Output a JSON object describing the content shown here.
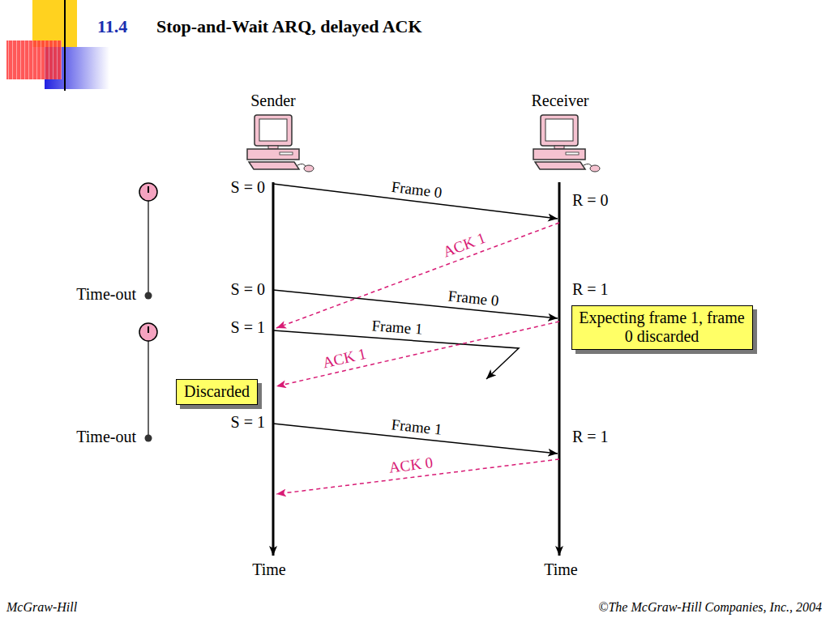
{
  "diagram": {
    "title": "Stop-and-Wait ARQ, delayed ACK",
    "nodes": [
      {
        "text": [
          "Expecting frame 1, frame 0 discarded"
        ]
      },
      {
        "text": [
          "Discarded"
        ]
      }
    ],
    "labels": [
      "11.4",
      "Sender",
      "Receiver",
      "S = 0",
      "Frame 0",
      "R = 0",
      "ACK 1",
      "Time-out",
      "S = 0",
      "Frame 0",
      "R = 1",
      "S = 1",
      "Frame 1",
      "ACK 1",
      "Time-out",
      "S = 1",
      "Frame 1",
      "R = 1",
      "ACK 0",
      "Time",
      "Time",
      "McGraw-Hill",
      "©The McGraw-Hill Companies, Inc., 2004"
    ]
  }
}
